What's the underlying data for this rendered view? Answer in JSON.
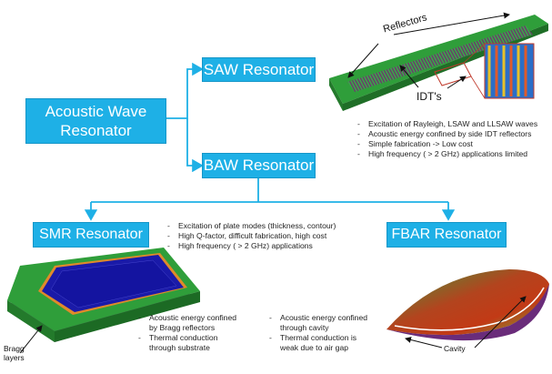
{
  "nodes": {
    "root": {
      "line1": "Acoustic Wave",
      "line2": "Resonator"
    },
    "saw": "SAW Resonator",
    "baw": "BAW Resonator",
    "smr": "SMR Resonator",
    "fbar": "FBAR Resonator"
  },
  "saw_notes": [
    "Excitation of Rayleigh, LSAW and LLSAW waves",
    "Acoustic energy confined by side IDT reflectors",
    "Simple fabrication -> Low cost",
    "High frequency ( > 2 GHz) applications limited"
  ],
  "baw_notes": [
    "Excitation of plate modes (thickness, contour)",
    "High Q-factor, difficult fabrication, high cost",
    "High frequency ( > 2 GHz) applications"
  ],
  "smr_notes": [
    "Acoustic energy confined by Bragg reflectors",
    "Thermal conduction through substrate"
  ],
  "fbar_notes": [
    "Acoustic energy confined through cavity",
    "Thermal conduction is weak due to air gap"
  ],
  "image_labels": {
    "reflectors": "Reflectors",
    "idts": "IDT's",
    "bragg_line1": "Bragg",
    "bragg_line2": "layers",
    "cavity": "Cavity"
  },
  "colors": {
    "box_fill": "#1eb0e6",
    "connector": "#1eb0e6",
    "substrate_green": "#2f9e3a",
    "resonator_blue": "#1a1aa8"
  }
}
